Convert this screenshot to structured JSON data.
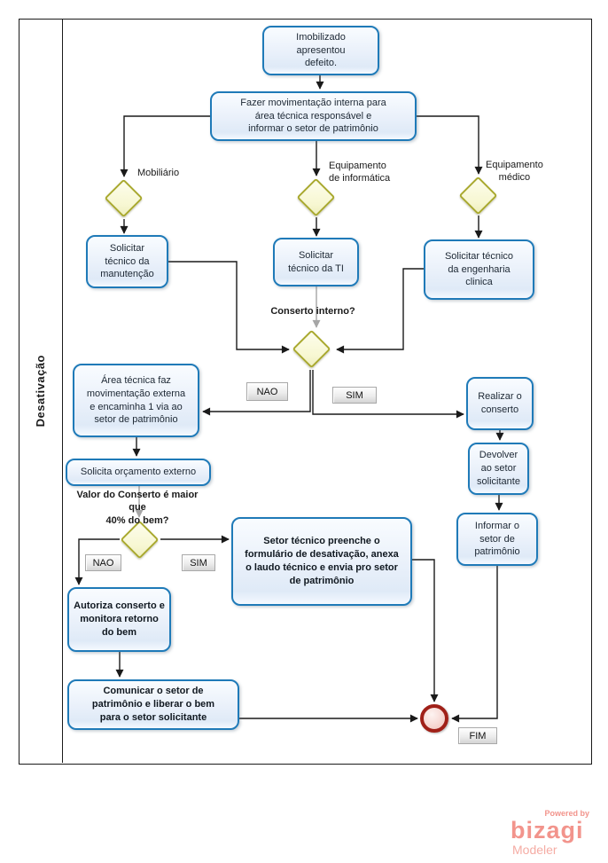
{
  "lane": {
    "label": "Desativação"
  },
  "tasks": {
    "imobilizado": "Imobilizado\napresentou\ndefeito.",
    "movimentacao_interna": "Fazer movimentação interna  para\nárea técnica responsável e\ninformar o setor de patrimônio",
    "tecnico_manutencao": "Solicitar\ntécnico da\nmanutenção",
    "tecnico_ti": "Solicitar\ntécnico da TI",
    "tecnico_engenharia": "Solicitar técnico\nda engenharia\nclinica",
    "movimentacao_externa": "Área  técnica faz\nmovimentação externa\ne encaminha 1 via ao\nsetor de patrimônio",
    "solicita_orcamento": "Solicita orçamento externo",
    "formulario_desativacao": "Setor técnico preenche o\nformulário de desativação, anexa\no laudo técnico e envia pro setor\nde  patrimônio",
    "autoriza_conserto": "Autoriza conserto e\nmonitora retorno\ndo bem",
    "comunicar_patrimonio": "Comunicar o setor de\npatrimônio e liberar o bem\npara o setor solicitante",
    "realizar_conserto": "Realizar o\nconserto",
    "devolver_setor": "Devolver\nao setor\nsolicitante",
    "informar_patrimonio": "Informar o\nsetor de\npatrimônio"
  },
  "gateway_labels": {
    "mobiliario": "Mobiliário",
    "equipamento_informatica": "Equipamento\nde informática",
    "equipamento_medico": "Equipamento\nmédico",
    "conserto_interno": "Conserto interno?",
    "valor_conserto": "Valor do Conserto é maior que\n40% do bem?"
  },
  "flow_labels": {
    "nao_1": "NAO",
    "sim_1": "SIM",
    "nao_2": "NAO",
    "sim_2": "SIM",
    "fim": "FIM"
  },
  "branding": {
    "powered_by": "Powered by",
    "brand": "bizagi",
    "product": "Modeler"
  },
  "colors": {
    "task_border": "#1F7AB8",
    "gateway_border": "#A9A92E",
    "end_event_border": "#A02018",
    "brand_color": "#F2948C"
  }
}
